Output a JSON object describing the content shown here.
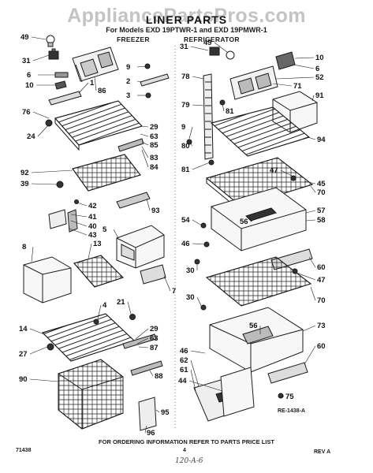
{
  "watermark": "AppliancePartsPros.com",
  "header": {
    "title": "LINER PARTS",
    "subtitle": "For Models EXD 19PTWR-1 and EXD 19PMWR-1",
    "section_freezer": "FREEZER",
    "section_refrigerator": "REFRIGERATOR"
  },
  "footer": {
    "note": "FOR ORDERING INFORMATION REFER TO PARTS PRICE LIST",
    "code_left": "71438",
    "page_number": "4",
    "handwritten": "120-A-6",
    "rev": "REV A",
    "drawing_id": "RE-1438-A"
  },
  "callouts_freezer": [
    "49",
    "31",
    "6",
    "10",
    "86",
    "1",
    "76",
    "24",
    "9",
    "2",
    "3",
    "29",
    "63",
    "85",
    "83",
    "84",
    "92",
    "39",
    "42",
    "41",
    "40",
    "43",
    "93",
    "5",
    "8",
    "13",
    "7",
    "21",
    "4",
    "14",
    "27",
    "29",
    "63",
    "87",
    "90",
    "96",
    "95",
    "88"
  ],
  "callouts_refrigerator": [
    "31",
    "49",
    "10",
    "6",
    "52",
    "71",
    "91",
    "78",
    "79",
    "9",
    "80",
    "81",
    "81",
    "94",
    "47",
    "45",
    "70",
    "54",
    "57",
    "58",
    "56",
    "46",
    "30",
    "60",
    "47",
    "70",
    "30",
    "73",
    "56",
    "46",
    "62",
    "61",
    "44",
    "60",
    "75"
  ]
}
